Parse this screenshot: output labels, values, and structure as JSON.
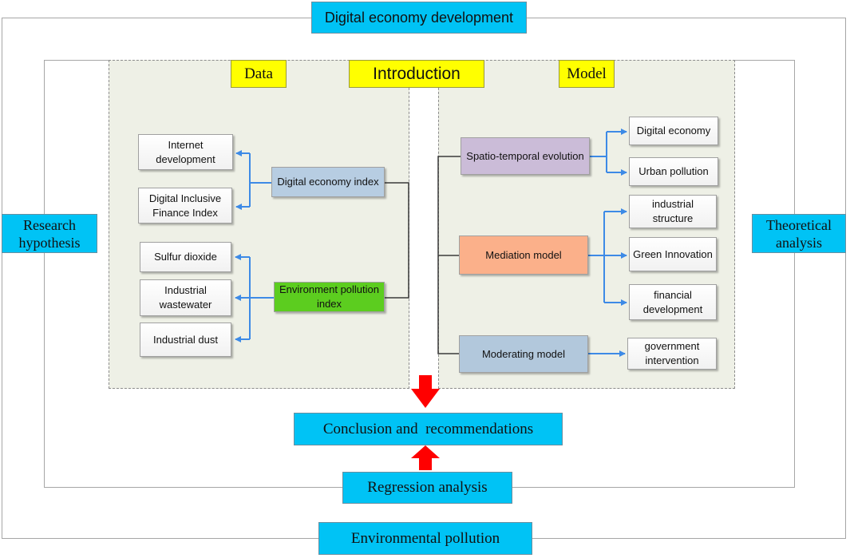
{
  "header": {
    "title": "Digital economy development"
  },
  "footer": {
    "title": "Environmental pollution"
  },
  "sides": {
    "left": "Research hypothesis",
    "right": "Theoretical analysis"
  },
  "center": {
    "intro": "Introduction",
    "conclusion": "Conclusion and  recommendations",
    "regression": "Regression analysis"
  },
  "data_panel": {
    "label": "Data",
    "digital_index": "Digital economy index",
    "internet": "Internet development",
    "dif": "Digital Inclusive Finance Index",
    "env_index": "Environment pollution index",
    "so2": "Sulfur dioxide",
    "wastewater": "Industrial wastewater",
    "dust": "Industrial dust"
  },
  "model_panel": {
    "label": "Model",
    "spatio": "Spatio-temporal evolution",
    "digital_economy": "Digital economy",
    "urban_pollution": "Urban pollution",
    "mediation": "Mediation model",
    "industrial_structure": "industrial structure",
    "green_innovation": "Green Innovation",
    "financial": "financial development",
    "moderating": "Moderating model",
    "government": "government intervention"
  },
  "colors": {
    "cyan": "#00c3f5",
    "yellow": "#ffff00",
    "panel": "#eef0e6",
    "arrow_blue": "#3d8ae6",
    "arrow_red": "#ff0000",
    "digital_index": "#b7cde2",
    "env_index": "#5ccd1f",
    "spatio": "#cbbcd8",
    "mediation": "#fbb08a",
    "moderating": "#b2c8dc"
  }
}
